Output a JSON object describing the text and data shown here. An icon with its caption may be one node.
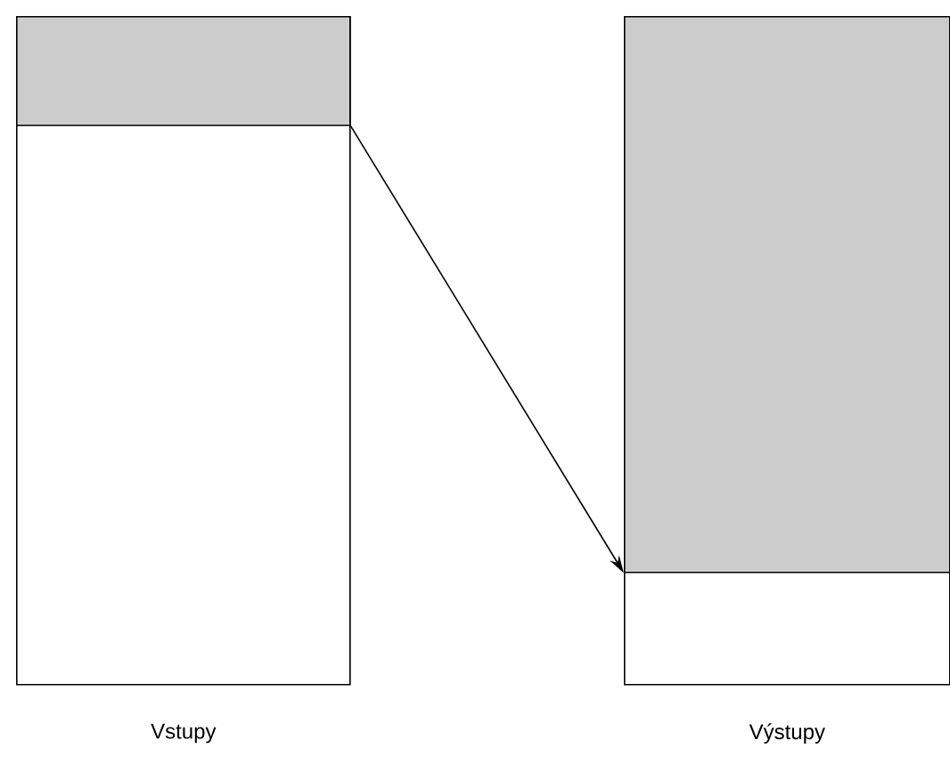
{
  "diagram": {
    "nodes": [
      {
        "text": [
          "Vstupy"
        ]
      },
      {
        "text": [],
        "shape": "box",
        "in": 0
      },
      {
        "text": [
          "Výstupy"
        ]
      },
      {
        "text": [],
        "shape": "box",
        "in": 2
      }
    ],
    "edges": [
      {
        "from": 1,
        "to": 3,
        "arrow": "to"
      }
    ]
  }
}
